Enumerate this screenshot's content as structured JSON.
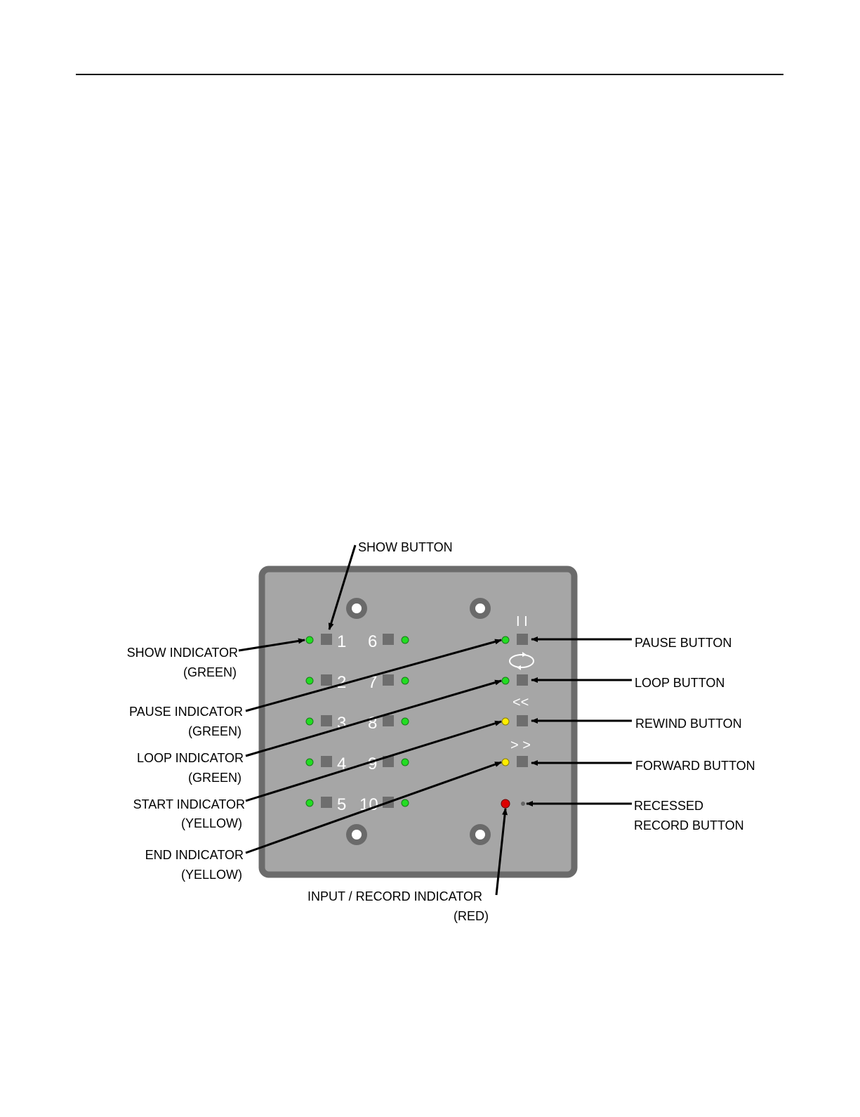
{
  "labels": {
    "show_button": "SHOW BUTTON",
    "show_indicator": "SHOW INDICATOR",
    "show_indicator_color": "(GREEN)",
    "pause_indicator": "PAUSE INDICATOR",
    "pause_indicator_color": "(GREEN)",
    "loop_indicator": "LOOP INDICATOR",
    "loop_indicator_color": "(GREEN)",
    "start_indicator": "START INDICATOR",
    "start_indicator_color": "(YELLOW)",
    "end_indicator": "END INDICATOR",
    "end_indicator_color": "(YELLOW)",
    "input_record_indicator": "INPUT / RECORD INDICATOR",
    "input_record_indicator_color": "(RED)",
    "pause_button": "PAUSE BUTTON",
    "loop_button": "LOOP BUTTON",
    "rewind_button": "REWIND BUTTON",
    "forward_button": "FORWARD BUTTON",
    "recessed_record_line1": "RECESSED",
    "recessed_record_line2": "RECORD BUTTON"
  },
  "panel": {
    "left_numbers": [
      "1",
      "2",
      "3",
      "4",
      "5"
    ],
    "right_numbers": [
      "6",
      "7",
      "8",
      "9",
      "10"
    ],
    "pause_glyph": "I I",
    "rewind_glyph": "<<",
    "forward_glyph": "> >"
  },
  "colors": {
    "panel": "#a6a6a6",
    "panel_border": "#6b6b6b",
    "button": "#6e6e6e",
    "led_green": "#22dd22",
    "led_yellow": "#ffee00",
    "led_red": "#dd0000",
    "rule": "#000000"
  },
  "icons": {
    "loop_glyph": "loop-arrows-icon",
    "mount_hole": "mount-hole-icon"
  }
}
